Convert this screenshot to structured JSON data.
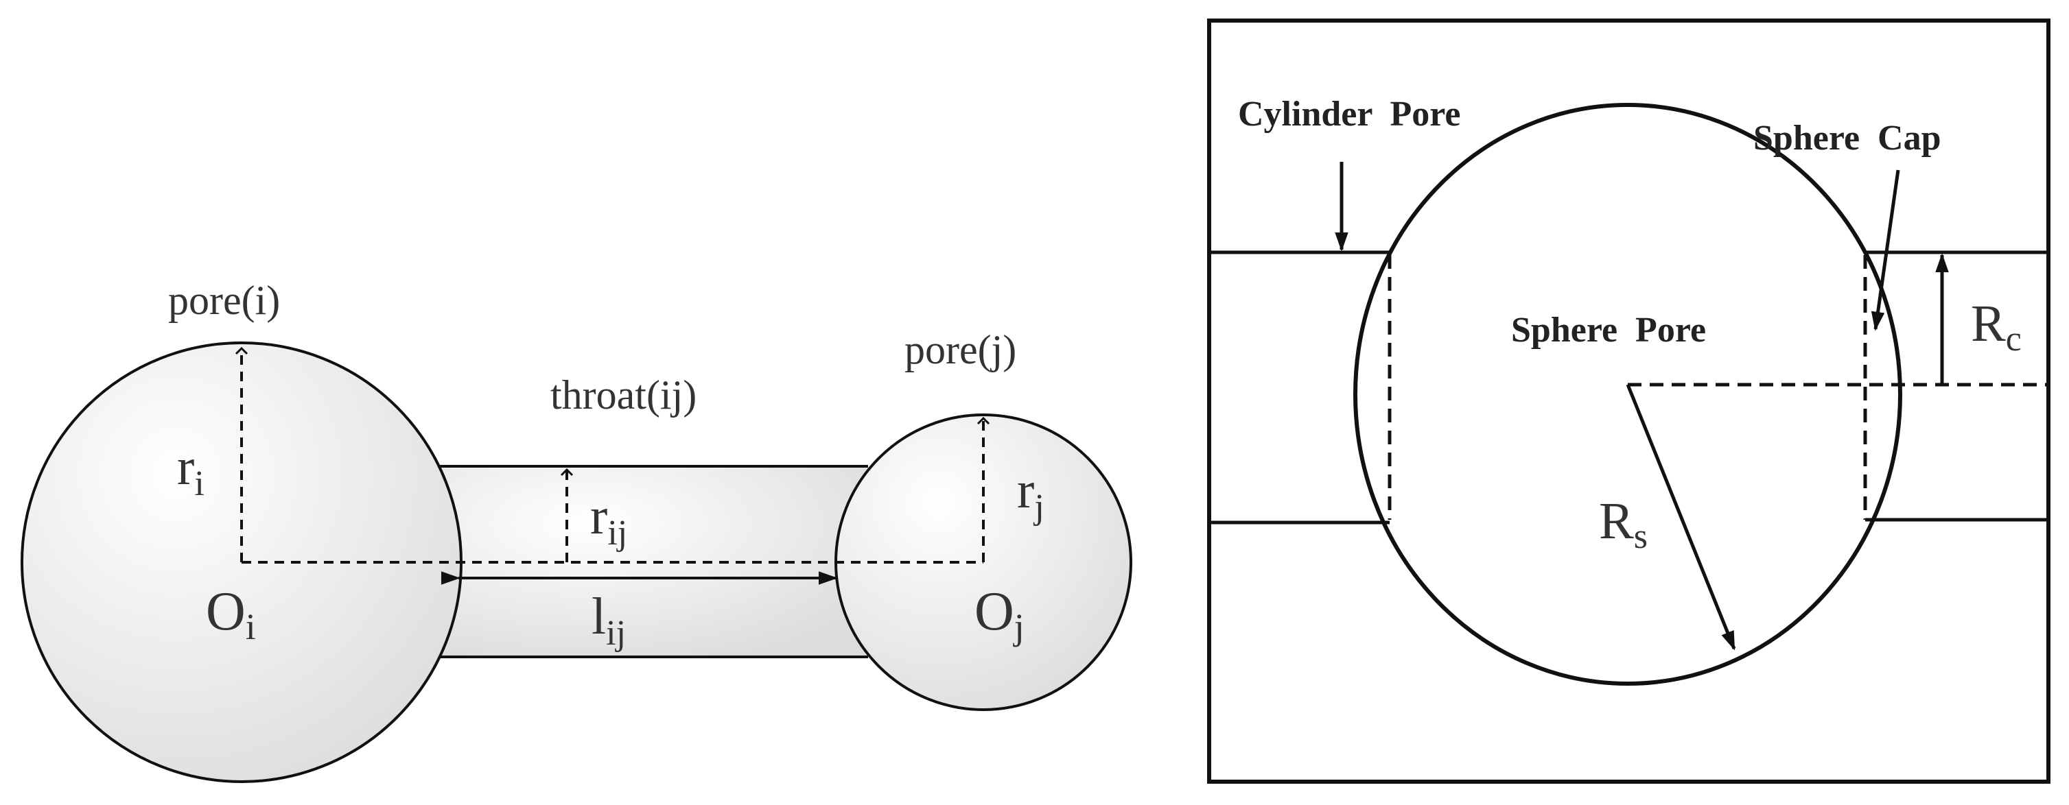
{
  "left_diagram": {
    "pore_i_label": "pore(i)",
    "pore_j_label": "pore(j)",
    "throat_label": "throat(ij)",
    "r_i": {
      "base": "r",
      "sub": "i"
    },
    "r_j": {
      "base": "r",
      "sub": "j"
    },
    "r_ij": {
      "base": "r",
      "sub": "ij"
    },
    "l_ij": {
      "base": "l",
      "sub": "ij"
    },
    "O_i": {
      "base": "O",
      "sub": "i"
    },
    "O_j": {
      "base": "O",
      "sub": "j"
    }
  },
  "right_diagram": {
    "cylinder_pore_label": "Cylinder  Pore",
    "sphere_cap_label": "Sphere  Cap",
    "sphere_pore_label": "Sphere  Pore",
    "R_c": {
      "base": "R",
      "sub": "c"
    },
    "R_s": {
      "base": "R",
      "sub": "s"
    }
  },
  "colors": {
    "stroke": "#111111",
    "pore_fill_light": "#ffffff",
    "pore_fill_dark": "#dcdcdc"
  }
}
